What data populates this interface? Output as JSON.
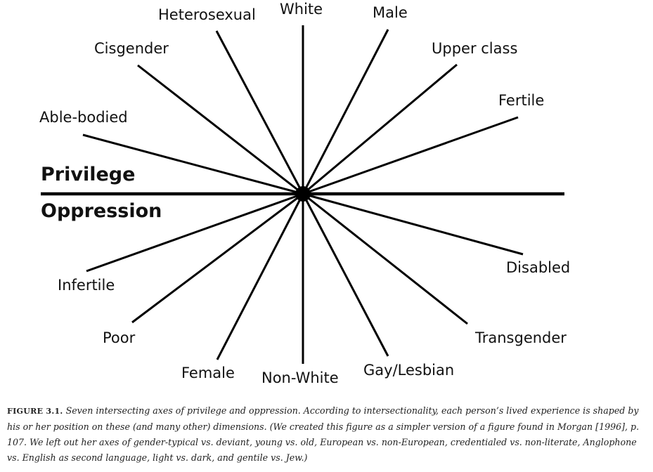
{
  "diagram": {
    "privilege_label": "Privilege",
    "oppression_label": "Oppression",
    "privilege_axes": [
      "Heterosexual",
      "White",
      "Male",
      "Cisgender",
      "Upper class",
      "Fertile",
      "Able-bodied"
    ],
    "oppression_axes": [
      "Infertile",
      "Poor",
      "Female",
      "Non-White",
      "Gay/Lesbian",
      "Transgender",
      "Disabled"
    ],
    "labels": {
      "heterosexual": "Heterosexual",
      "white": "White",
      "male": "Male",
      "cisgender": "Cisgender",
      "upper_class": "Upper class",
      "fertile": "Fertile",
      "able_bodied": "Able-bodied",
      "infertile": "Infertile",
      "poor": "Poor",
      "female": "Female",
      "non_white": "Non-White",
      "gay_lesbian": "Gay/Lesbian",
      "transgender": "Transgender",
      "disabled": "Disabled"
    }
  },
  "caption": {
    "figure_label": "FIGURE 3.1.",
    "text": "Seven intersecting axes of privilege and oppression. According to intersectionality, each person’s lived experience is shaped by his or her position on these (and many other) dimensions. (We created this figure as a simpler version of a figure found in Morgan [1996], p. 107. We left out her axes of gender-typical vs. deviant, young vs. old, European vs. non-European, credentialed vs. non-literate, Anglophone vs. English as second language, light vs. dark, and gentile vs. Jew.)"
  }
}
